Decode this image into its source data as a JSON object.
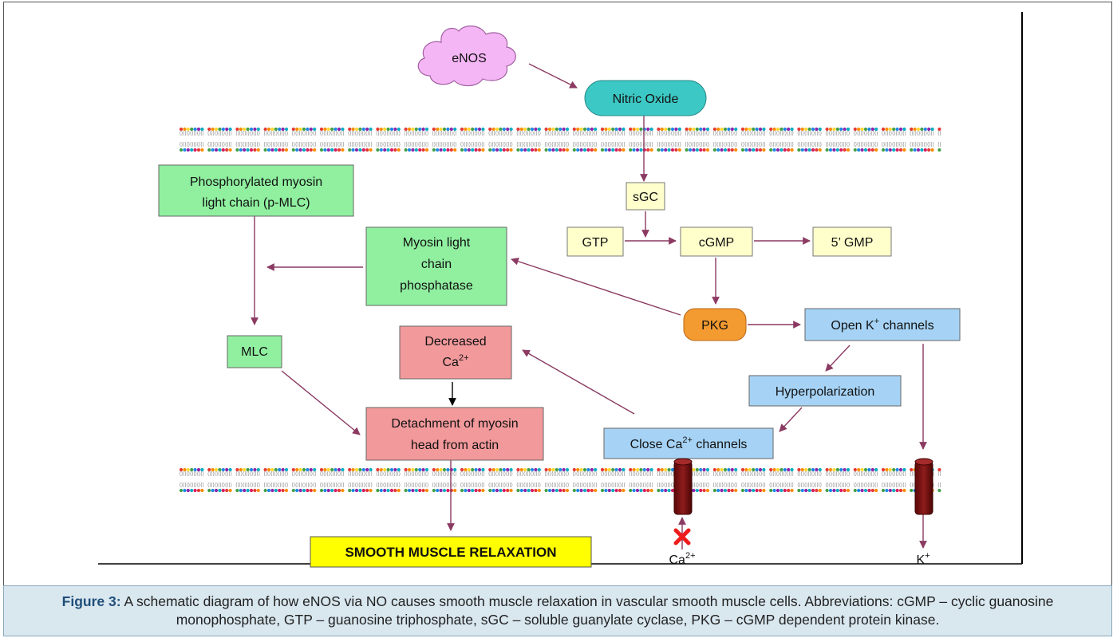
{
  "nodes": {
    "enos": "eNOS",
    "nitric_oxide": "Nitric Oxide",
    "sgc": "sGC",
    "gtp": "GTP",
    "cgmp": "cGMP",
    "gmp5": "5’ GMP",
    "pkg": "PKG",
    "p_mlc_line1": "Phosphorylated myosin",
    "p_mlc_line2": "light chain (p-MLC)",
    "mlcp_line1": "Myosin light",
    "mlcp_line2": "chain",
    "mlcp_line3": "phosphatase",
    "mlc": "MLC",
    "decreased_line1": "Decreased",
    "decreased_ca": "Ca",
    "decreased_ca_sup": "2+",
    "detach_line1": "Detachment of myosin",
    "detach_line2": "head from actin",
    "open_k": "Open K",
    "open_k_sup": "+",
    "open_k_tail": " channels",
    "hyper": "Hyperpolarization",
    "close_ca": "Close Ca",
    "close_ca_sup": "2+",
    "close_ca_tail": " channels",
    "relax": "SMOOTH MUSCLE RELAXATION",
    "ion_ca": "Ca",
    "ion_ca_sup": "2+",
    "ion_k": "K",
    "ion_k_sup": "+"
  },
  "caption": {
    "label": "Figure 3:",
    "text": " A schematic diagram of how eNOS via NO causes smooth muscle relaxation in vascular smooth muscle cells. Abbreviations: cGMP – cyclic guanosine monophosphate, GTP – guanosine triphosphate, sGC – soluble guanylate cyclase, PKG – cGMP dependent protein kinase."
  },
  "colors": {
    "arrow": "#8b3a62",
    "green_box": "#90f0a0",
    "yellow_box": "#ffffcc",
    "pink_box": "#f2999b",
    "blue_box": "#a6d3f5",
    "teal": "#3cc8c4",
    "orange": "#f39a30",
    "cloud": "#f5b6f5",
    "relax_bg": "#ffff00",
    "channel": "#7a1010"
  }
}
